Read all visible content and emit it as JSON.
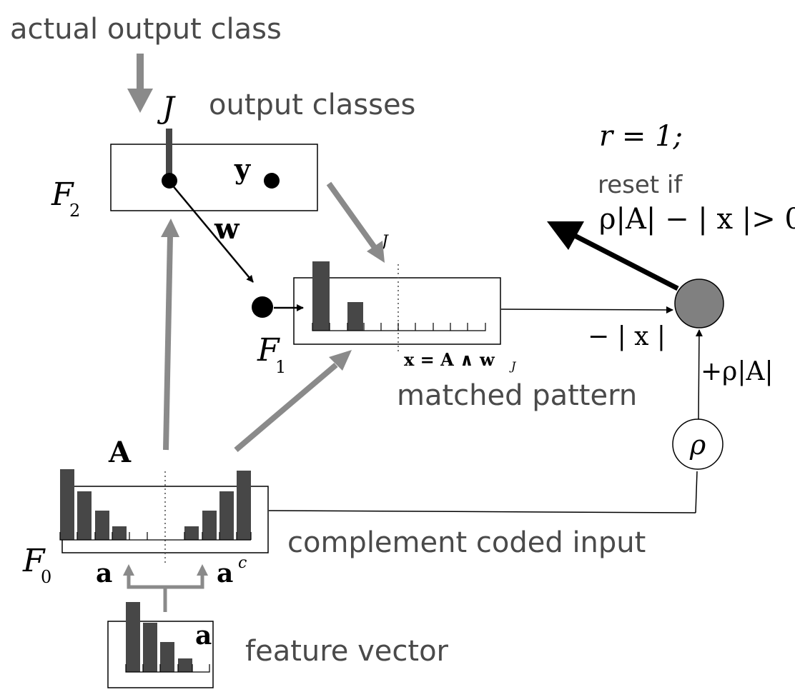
{
  "labels": {
    "actual_output_class": "actual output class",
    "output_classes": "output classes",
    "matched_pattern": "matched pattern",
    "complement_coded_input": "complement coded input",
    "feature_vector": "feature vector",
    "reset_if": "reset if"
  },
  "symbols": {
    "J": "J",
    "y": "y",
    "F2": "F",
    "F2_sub": "2",
    "F1": "F",
    "F1_sub": "1",
    "F0": "F",
    "F0_sub": "0",
    "wJ": "w",
    "wJ_sub": "J",
    "A": "A",
    "a_left": "a",
    "ac": "a",
    "ac_sup": "c",
    "a_feature": "a",
    "rho": "ρ"
  },
  "equations": {
    "r_eq": "r = 1;",
    "reset_condition": "ρ|A| − | x |> 0",
    "x_eq": "x = A ∧ w",
    "x_eq_sub": "J",
    "minus_x": "− | x |",
    "plus_rho_A": "+ρ|A|"
  },
  "colors": {
    "bar": "#474747",
    "gray_arrow": "#8a8a8a",
    "node": "#808080",
    "black": "#000000",
    "text": "#4a4a4a"
  }
}
